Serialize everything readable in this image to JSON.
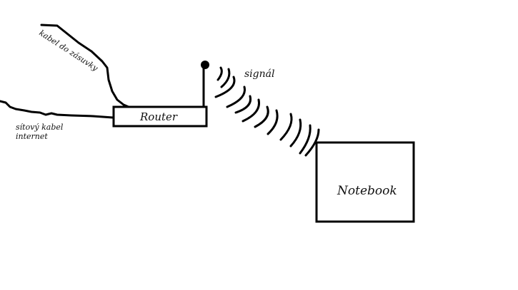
{
  "labels": {
    "router": "Router",
    "notebook": "Notebook",
    "signal": "signál",
    "cable_outlet": "kabel do zásuvky",
    "network_cable_line1": "sítový kabel",
    "network_cable_line2": "internet"
  }
}
